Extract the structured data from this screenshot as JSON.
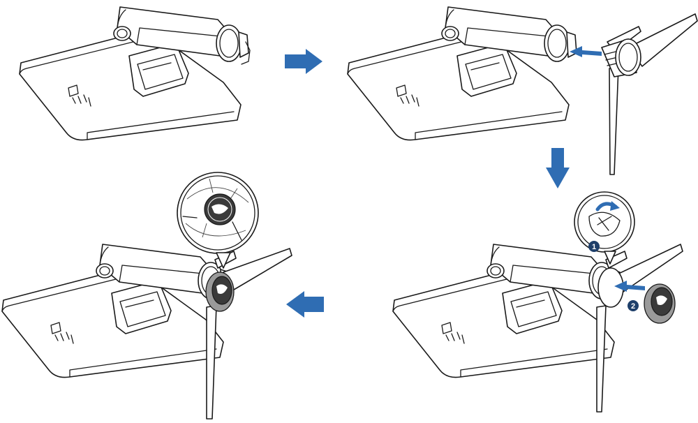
{
  "panels": [
    {
      "id": "panel-1"
    },
    {
      "id": "panel-2"
    },
    {
      "id": "panel-3"
    },
    {
      "id": "panel-4"
    }
  ],
  "steps": [
    "1",
    "2"
  ],
  "colors": {
    "arrow": "#2f6db3",
    "callout_badge": "#1e3f6a",
    "line": "#1a1a1a",
    "cover_grey": "#9a9a9a"
  },
  "icons": [
    "arrow-right-icon",
    "arrow-down-icon",
    "arrow-left-icon",
    "rotate-icon"
  ]
}
